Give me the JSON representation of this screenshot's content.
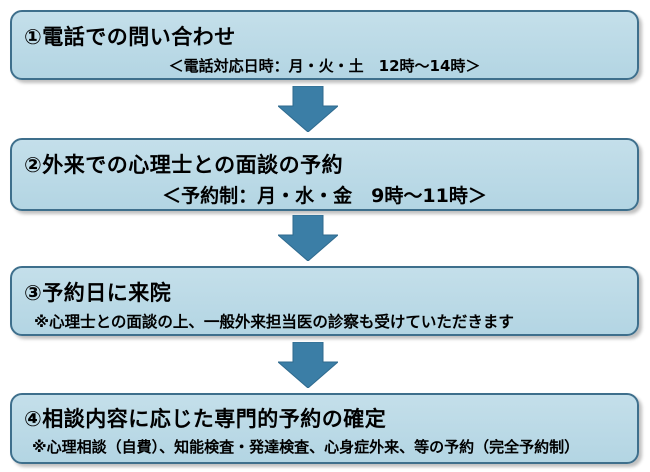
{
  "steps": [
    {
      "title": "①電話での問い合わせ",
      "detail": "＜電話対応日時：月・火・土　12時～14時＞"
    },
    {
      "title": "②外来での心理士との面談の予約",
      "detail": "＜予約制：月・水・金　9時～11時＞"
    },
    {
      "title": "③予約日に来院",
      "detail": "※心理士との面談の上、一般外来担当医の診察も受けていただきます"
    },
    {
      "title": "④相談内容に応じた専門的予約の確定",
      "detail": "※心理相談（自費）、知能検査・発達検査、心身症外来、等の予約（完全予約制）"
    }
  ],
  "colors": {
    "box_fill": "#bcdbe7",
    "box_border": "#3e6f8c",
    "arrow_fill": "#3b7ea6"
  },
  "icons": {
    "connector": "down-arrow-icon"
  }
}
